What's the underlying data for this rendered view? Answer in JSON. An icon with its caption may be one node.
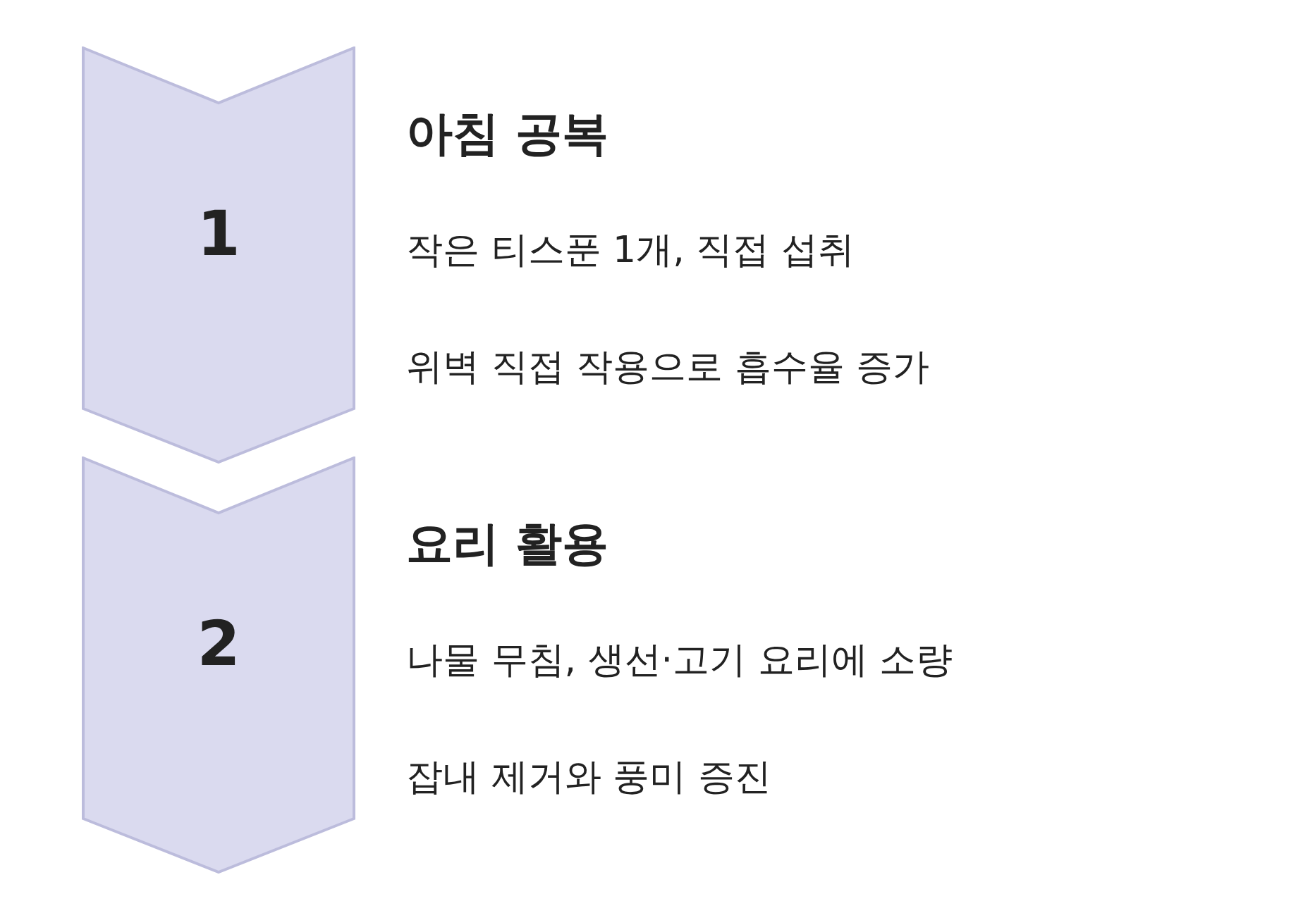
{
  "diagram": {
    "nodes": [
      {
        "text": [
          "1"
        ],
        "beside": [
          "아침 공복",
          "작은 티스푼 1개, 직접 섭취",
          "위벽 직접 작용으로 흡수율 증가"
        ]
      },
      {
        "text": [
          "2"
        ],
        "beside": [
          "요리 활용",
          "나물 무침, 생선·고기 요리에 소량",
          "잡내 제거와 풍미 증진"
        ]
      }
    ]
  }
}
